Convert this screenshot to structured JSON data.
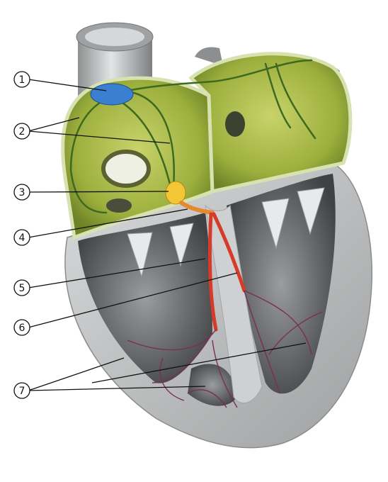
{
  "figure": {
    "callouts": [
      {
        "id": 1,
        "label": "1"
      },
      {
        "id": 2,
        "label": "2"
      },
      {
        "id": 3,
        "label": "3"
      },
      {
        "id": 4,
        "label": "4"
      },
      {
        "id": 5,
        "label": "5"
      },
      {
        "id": 6,
        "label": "6"
      },
      {
        "id": 7,
        "label": "7"
      }
    ]
  },
  "colors": {
    "aorta_gray": "#b8b9ba",
    "atrium_green": "#a7b64a",
    "wall_gray": "#c9cacb",
    "sa_node_blue": "#3b7fd1",
    "av_node_yellow": "#f2c635",
    "his_orange": "#e28a2d",
    "bundle_red": "#d63b2a",
    "purkinje_purple": "#7a2f55",
    "leader_line": "#111111"
  }
}
